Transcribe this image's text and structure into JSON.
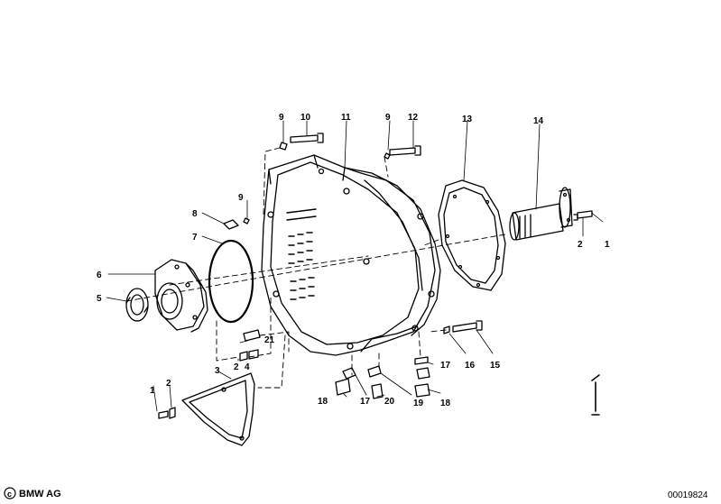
{
  "diagram": {
    "labels": {
      "n1a": "1",
      "n1b": "1",
      "n2a": "2",
      "n2b": "2",
      "n2c": "2",
      "n3": "3",
      "n4": "4",
      "n5": "5",
      "n6": "6",
      "n7": "7",
      "n8": "8",
      "n9a": "9",
      "n9b": "9",
      "n9c": "9",
      "n10": "10",
      "n11": "11",
      "n12": "12",
      "n13": "13",
      "n14": "14",
      "n15": "15",
      "n16": "16",
      "n17a": "17",
      "n17b": "17",
      "n18a": "18",
      "n18b": "18",
      "n19": "19",
      "n20": "20",
      "n21": "21"
    },
    "logo_text": "BMW AG",
    "doc_id": "00019824"
  }
}
